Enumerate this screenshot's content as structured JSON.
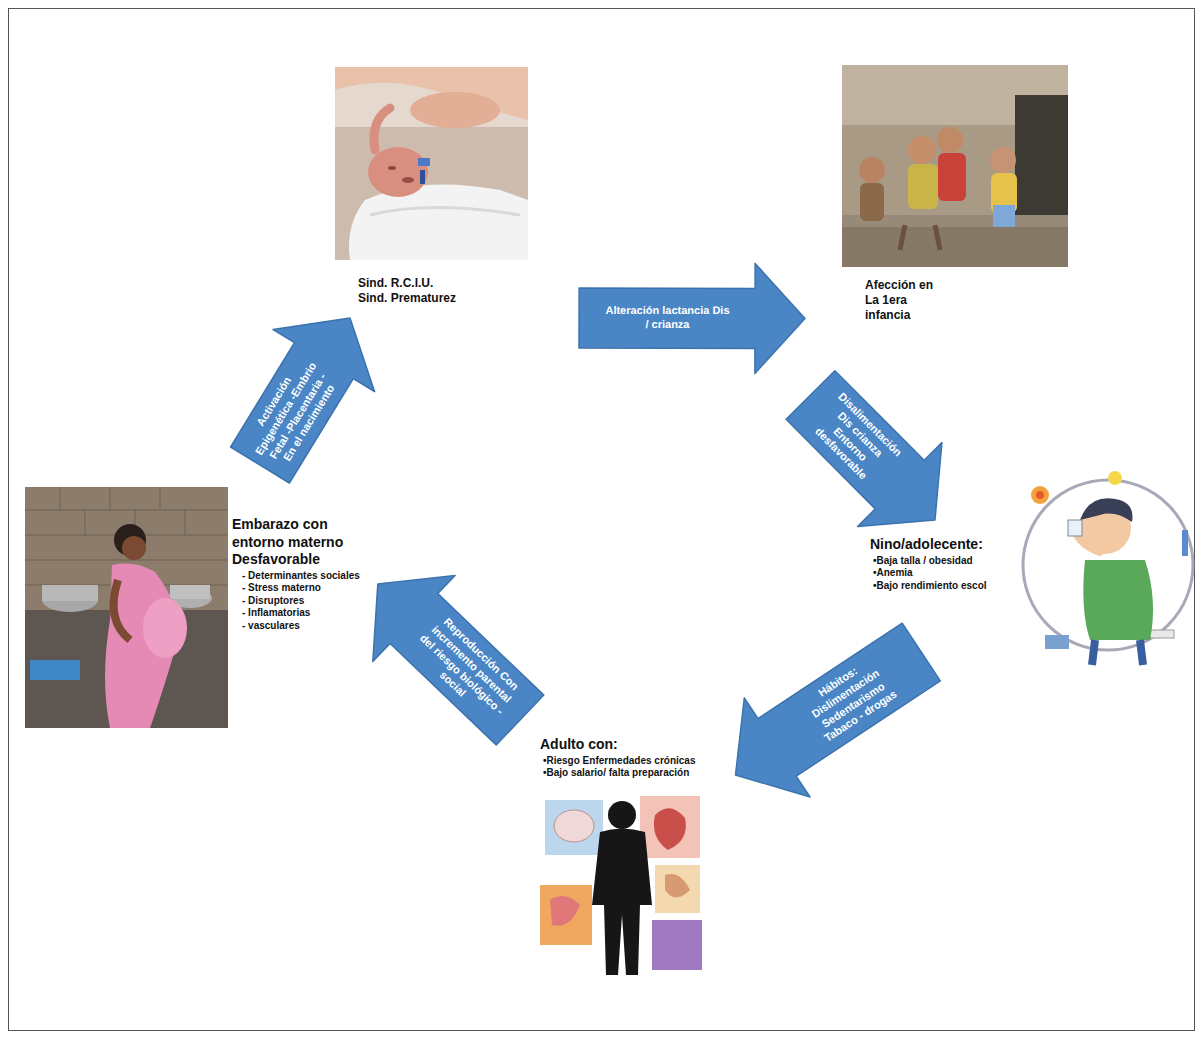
{
  "diagram": {
    "nodes": [
      {
        "text": [
          "Sind. R.C.I.U.",
          "Sind. Prematurez"
        ]
      },
      {
        "text": [
          "Afección en La 1era infancia"
        ]
      },
      {
        "text": [
          "Nino/adolecente:",
          "•Baja talla / obesidad",
          "•Anemia",
          "•Bajo rendimiento escol"
        ]
      },
      {
        "text": [
          "Adulto con:",
          "•Riesgo Enfermedades crónicas",
          "•Bajo salario/ falta preparación"
        ]
      },
      {
        "text": [
          "Embarazo con entorno materno Desfavorable",
          "- Determinantes sociales",
          "- Stress materno",
          "- Disruptores",
          "- Inflamatorias",
          "- vasculares"
        ]
      }
    ],
    "edges": [
      {
        "from": 0,
        "to": 1,
        "arrow": "to",
        "label": "Alteración lactancia Dis / crianza"
      },
      {
        "from": 1,
        "to": 2,
        "arrow": "to",
        "label": "Disalimentación Dis crianza Entorno desfavorable"
      },
      {
        "from": 2,
        "to": 3,
        "arrow": "to",
        "label": "Hábitos: Dislimentación Sedentarismo Tabaco - drogas"
      },
      {
        "from": 3,
        "to": 4,
        "arrow": "to",
        "label": "Reproducción Con incremento parental del riesgo biológico - social"
      },
      {
        "from": 4,
        "to": 0,
        "arrow": "to",
        "label": "Activación Epigenética -Embrio Fetal -Placentaria -En el nacimiento"
      }
    ]
  }
}
